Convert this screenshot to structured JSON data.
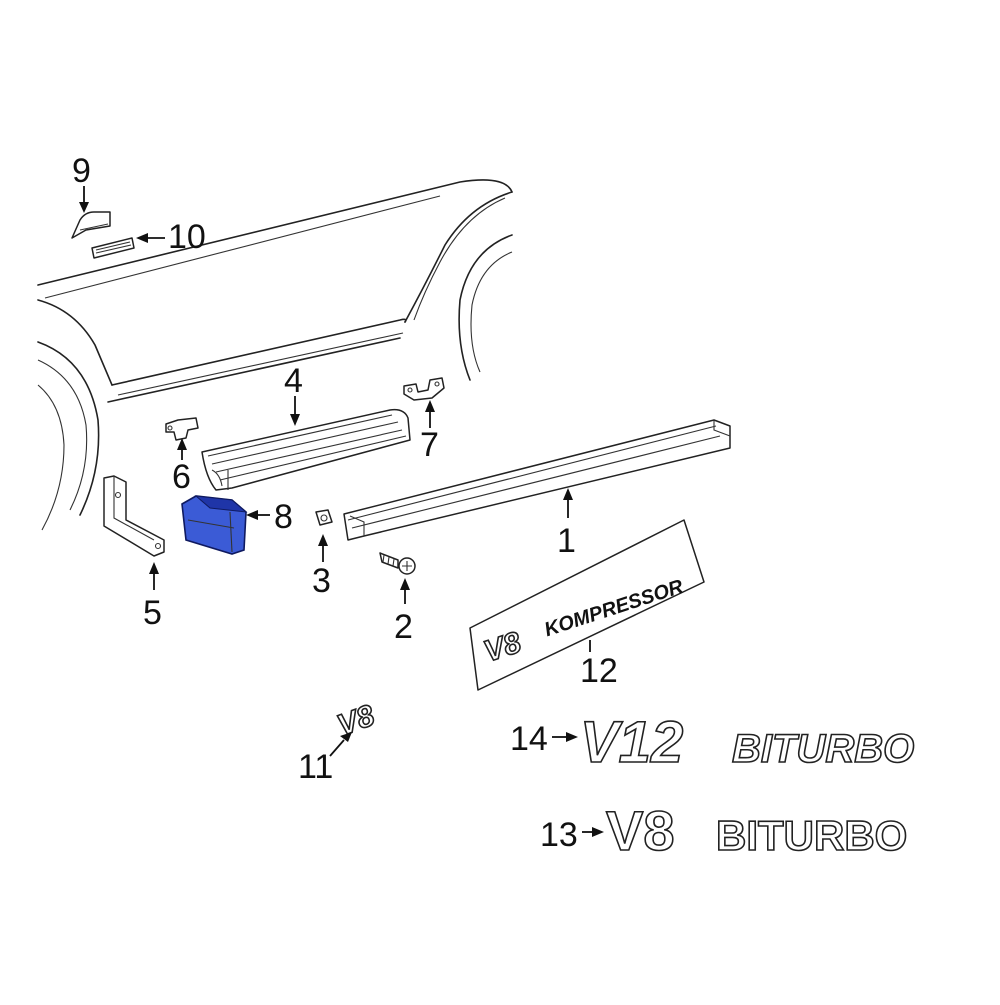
{
  "callouts": {
    "c1": "1",
    "c2": "2",
    "c3": "3",
    "c4": "4",
    "c5": "5",
    "c6": "6",
    "c7": "7",
    "c8": "8",
    "c9": "9",
    "c10": "10",
    "c11": "11",
    "c12": "12",
    "c13": "13",
    "c14": "14"
  },
  "badges": {
    "v8_kompressor_v8": "V8",
    "v8_kompressor_word": "KOMPRESSOR",
    "v8_small": "V8",
    "v12": "V12",
    "v12_word": "BITURBO",
    "v8_biturbo": "V8",
    "v8_biturbo_word": "BITURBO"
  },
  "colors": {
    "highlight": "#3b5bd6",
    "highlight_dark": "#1f35a8",
    "line": "#222222"
  },
  "highlighted_part": "8"
}
